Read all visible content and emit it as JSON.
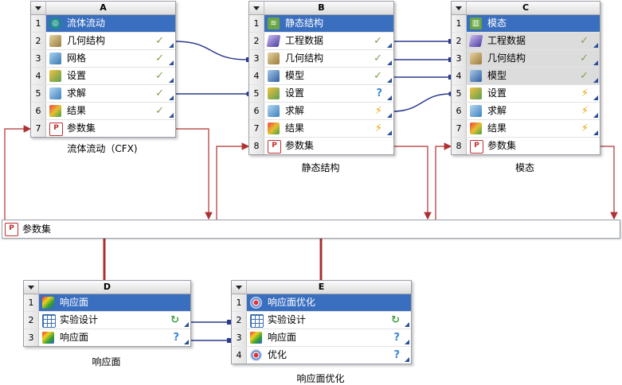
{
  "blocks": {
    "A": {
      "letter": "A",
      "caption": "流体流动（CFX)",
      "rows": [
        {
          "num": "1",
          "label": "流体流动",
          "icon": "fluid-flow-icon",
          "status": ""
        },
        {
          "num": "2",
          "label": "几何结构",
          "icon": "geometry-icon",
          "status": "✓"
        },
        {
          "num": "3",
          "label": "网格",
          "icon": "mesh-icon",
          "status": "✓"
        },
        {
          "num": "4",
          "label": "设置",
          "icon": "setup-icon",
          "status": "✓"
        },
        {
          "num": "5",
          "label": "求解",
          "icon": "solution-icon",
          "status": "✓"
        },
        {
          "num": "6",
          "label": "结果",
          "icon": "results-icon",
          "status": "✓"
        },
        {
          "num": "7",
          "label": "参数集",
          "icon": "parameter-set-icon",
          "status": ""
        }
      ]
    },
    "B": {
      "letter": "B",
      "caption": "静态结构",
      "rows": [
        {
          "num": "1",
          "label": "静态结构",
          "icon": "static-structural-icon",
          "status": ""
        },
        {
          "num": "2",
          "label": "工程数据",
          "icon": "engineering-data-icon",
          "status": "✓"
        },
        {
          "num": "3",
          "label": "几何结构",
          "icon": "geometry-icon",
          "status": "✓"
        },
        {
          "num": "4",
          "label": "模型",
          "icon": "model-icon",
          "status": "✓"
        },
        {
          "num": "5",
          "label": "设置",
          "icon": "setup-icon",
          "status": "?"
        },
        {
          "num": "6",
          "label": "求解",
          "icon": "solution-icon",
          "status": "⚡"
        },
        {
          "num": "7",
          "label": "结果",
          "icon": "results-icon",
          "status": "⚡"
        },
        {
          "num": "8",
          "label": "参数集",
          "icon": "parameter-set-icon",
          "status": ""
        }
      ]
    },
    "C": {
      "letter": "C",
      "caption": "模态",
      "rows": [
        {
          "num": "1",
          "label": "模态",
          "icon": "modal-icon",
          "status": ""
        },
        {
          "num": "2",
          "label": "工程数据",
          "icon": "engineering-data-icon",
          "status": "✓"
        },
        {
          "num": "3",
          "label": "几何结构",
          "icon": "geometry-icon",
          "status": "✓"
        },
        {
          "num": "4",
          "label": "模型",
          "icon": "model-icon",
          "status": "✓"
        },
        {
          "num": "5",
          "label": "设置",
          "icon": "setup-icon",
          "status": "⚡"
        },
        {
          "num": "6",
          "label": "求解",
          "icon": "solution-icon",
          "status": "⚡"
        },
        {
          "num": "7",
          "label": "结果",
          "icon": "results-icon",
          "status": "⚡"
        },
        {
          "num": "8",
          "label": "参数集",
          "icon": "parameter-set-icon",
          "status": ""
        }
      ]
    },
    "D": {
      "letter": "D",
      "caption": "响应面",
      "rows": [
        {
          "num": "1",
          "label": "响应面",
          "icon": "response-surface-icon",
          "status": ""
        },
        {
          "num": "2",
          "label": "实验设计",
          "icon": "design-of-experiments-icon",
          "status": "↻"
        },
        {
          "num": "3",
          "label": "响应面",
          "icon": "response-surface-icon",
          "status": "?"
        }
      ]
    },
    "E": {
      "letter": "E",
      "caption": "响应面优化",
      "rows": [
        {
          "num": "1",
          "label": "响应面优化",
          "icon": "response-surface-optimization-icon",
          "status": ""
        },
        {
          "num": "2",
          "label": "实验设计",
          "icon": "design-of-experiments-icon",
          "status": "↻"
        },
        {
          "num": "3",
          "label": "响应面",
          "icon": "response-surface-icon",
          "status": "?"
        },
        {
          "num": "4",
          "label": "优化",
          "icon": "optimization-icon",
          "status": "?"
        }
      ]
    }
  },
  "parameter_bus": {
    "label": "参数集",
    "icon": "parameter-set-icon"
  },
  "colors": {
    "title_row": "#3a6ebf",
    "link_line": "#2c3a8c",
    "parameter_line": "#b03030",
    "check": "#7ea24a",
    "question": "#3b86d6",
    "lightning": "#e6a400"
  }
}
